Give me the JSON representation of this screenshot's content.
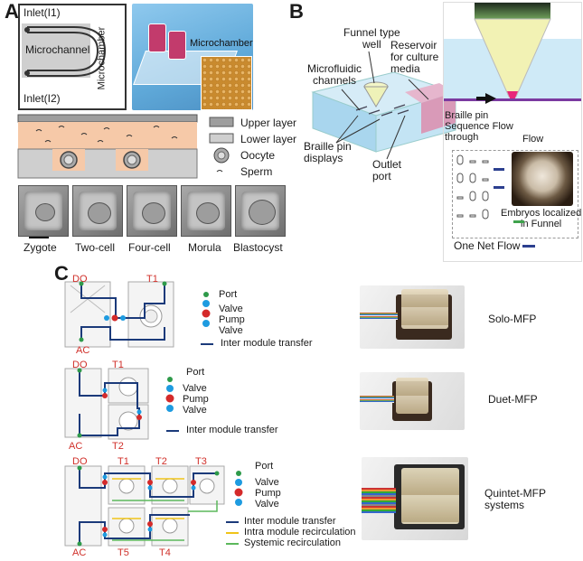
{
  "panels": {
    "a": "A",
    "b": "B",
    "c": "C"
  },
  "panel_a": {
    "inlet1": "Inlet(I1)",
    "inlet2": "Inlet(I2)",
    "microchannel": "Microchannel",
    "microchamber_vertical": "Microchamber",
    "microchamber_photo": "Microchamber",
    "legend": {
      "upper": "Upper layer",
      "lower": "Lower layer",
      "oocyte": "Oocyte",
      "sperm": "Sperm"
    },
    "stages": [
      "Zygote",
      "Two-cell",
      "Four-cell",
      "Morula",
      "Blastocyst"
    ]
  },
  "panel_b": {
    "funnel_well": "Funnel type\nwell",
    "microfluidic": "Microfluidic\nchannels",
    "reservoir": "Reservoir\nfor culture\nmedia",
    "braille_displays": "Braille pin\ndisplays",
    "outlet": "Outlet\nport",
    "braille_flow": "Braille pin\nSequence Flow\nthrough",
    "flow": "Flow",
    "embryos": "Embryos localized\nin Funnel",
    "net_flow": "One Net Flow"
  },
  "panel_c": {
    "rows": [
      {
        "labels": {
          "do": "DO",
          "t1": "T1",
          "ac": "AC"
        },
        "legend": [
          "Port",
          "Valve",
          "Pump",
          "Valve"
        ],
        "transfer": "Inter module transfer",
        "system": "Solo-MFP"
      },
      {
        "labels": {
          "do": "DO",
          "t1": "T1",
          "ac": "AC",
          "t2": "T2"
        },
        "legend": [
          "Port",
          "Valve",
          "Pump",
          "Valve"
        ],
        "transfer": "Inter module transfer",
        "system": "Duet-MFP"
      },
      {
        "labels": {
          "do": "DO",
          "t1": "T1",
          "t2": "T2",
          "t3": "T3",
          "ac": "AC",
          "t5": "T5",
          "t4": "T4"
        },
        "legend": [
          "Port",
          "Valve",
          "Pump",
          "Valve"
        ],
        "transfer": "Inter module transfer",
        "intra": "Intra module recirculation",
        "systemic": "Systemic recirculation",
        "system": "Quintet-MFP\nsystems"
      }
    ]
  },
  "colors": {
    "navy": "#1b3a7a",
    "red_label": "#d0302a",
    "pink_media": "#e8b9c9",
    "salmon": "#f6c9a8",
    "green_dot": "#2e9a4a",
    "blue_dot": "#1e9be0",
    "red_dot": "#d42a2a",
    "yellow_line": "#f0c419",
    "green_line": "#5cb85c"
  }
}
